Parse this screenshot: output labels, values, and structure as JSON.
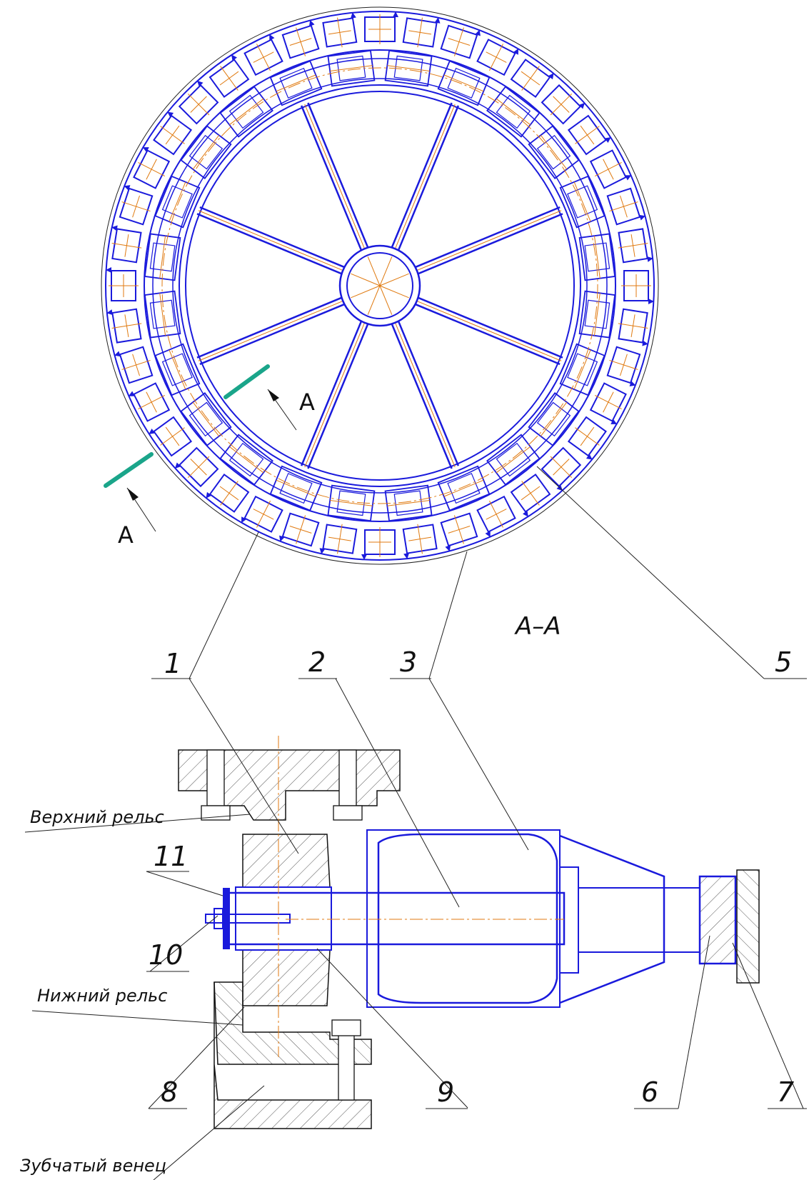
{
  "section_marks": {
    "left": "A",
    "right": "A"
  },
  "section_title": "A–A",
  "callouts": [
    "1",
    "2",
    "3",
    "5",
    "6",
    "7",
    "8",
    "9",
    "10",
    "11"
  ],
  "captions": {
    "upper_rail": "Верхний рельс",
    "lower_rail": "Нижний рельс",
    "ring_gear": "Зубчатый венец"
  },
  "colors": {
    "outline": "#1a1adc",
    "axis": "#e07a10",
    "section_line": "#1aa58a",
    "leader": "#222222"
  }
}
